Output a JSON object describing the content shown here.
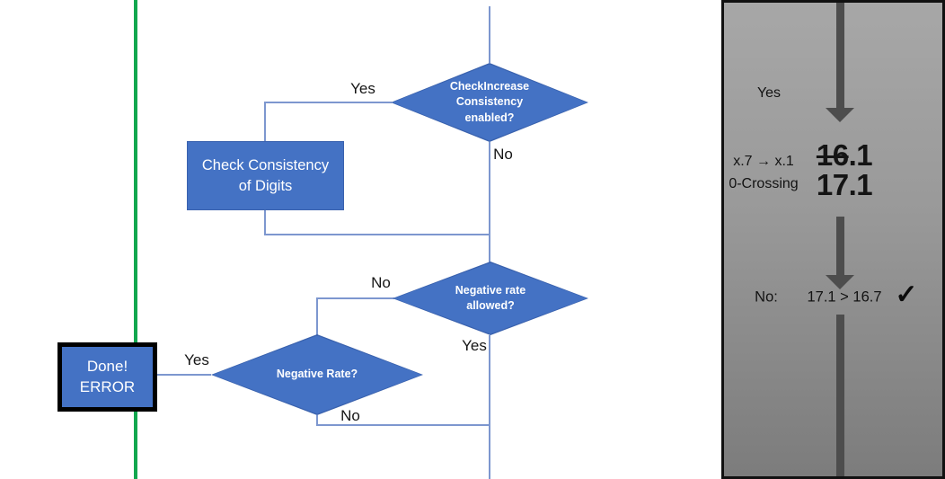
{
  "colors": {
    "shape_fill": "#4472C4",
    "shape_border": "#3A62AE",
    "connector": "#7D97CF",
    "green_line": "#12A74F",
    "panel_arrow_gray": "#4D4D4D"
  },
  "flowchart": {
    "check_increase": "CheckIncrease\nConsistency\nenabled?",
    "check_consistency": "Check Consistency\nof Digits",
    "negative_rate_allowed": "Negative rate\nallowed?",
    "negative_rate": "Negative Rate?",
    "done_error": "Done!\nERROR",
    "branch_yes_top": "Yes",
    "branch_no_top": "No",
    "branch_no_mid": "No",
    "branch_yes_mid": "Yes",
    "branch_yes_bottom": "Yes",
    "branch_no_bottom": "No"
  },
  "side_panel": {
    "yes_label": "Yes",
    "case_note": "x.7 → x.1\n0-Crossing",
    "old_value_struck": "16",
    "old_value_rest": ".1",
    "new_value": "17.1",
    "result_label": "No:",
    "result_comparison": "17.1 > 16.7",
    "check_mark": "✓"
  }
}
